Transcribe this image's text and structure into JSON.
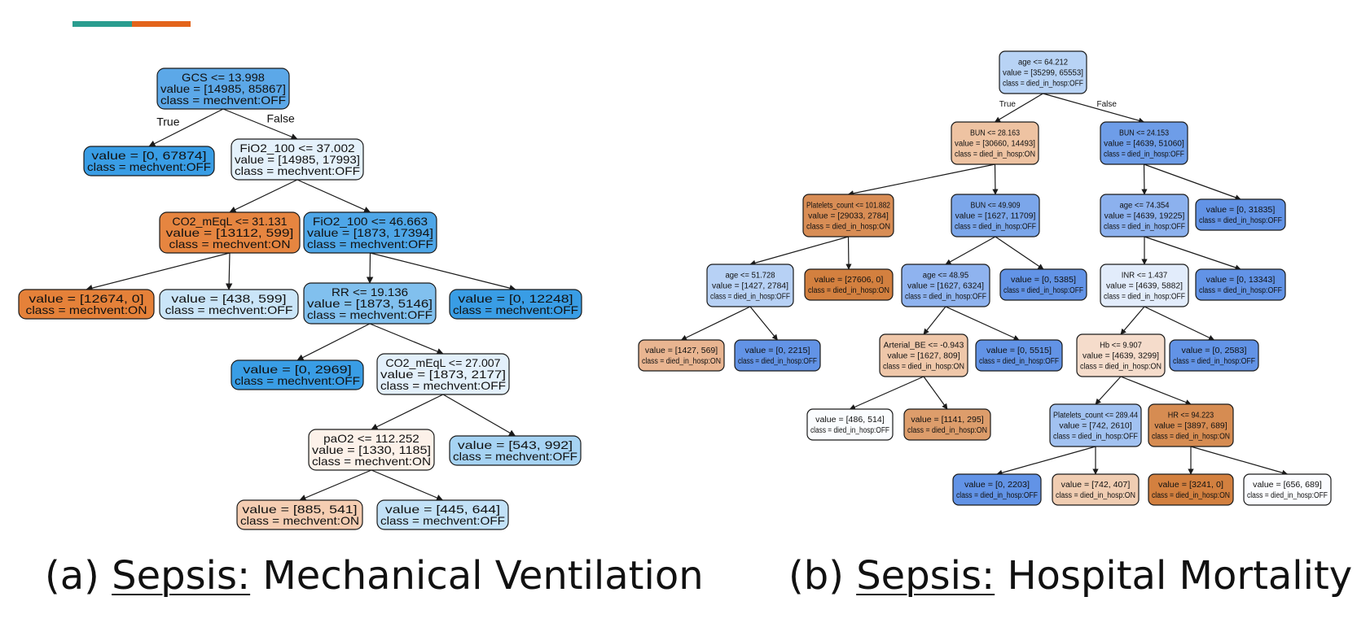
{
  "colors": {
    "accent_teal": "#2a9d8f",
    "accent_orange": "#e3641b",
    "on_strong": "#e58139",
    "off_strong": "#399de5",
    "off_light": "#bdddf6",
    "on_light": "#f6d5bd"
  },
  "captions": {
    "a": {
      "prefix": "(a) ",
      "underlined": "Sepsis:",
      "rest": " Mechanical Ventilation"
    },
    "b": {
      "prefix": "(b) ",
      "underlined": "Sepsis:",
      "rest": " Hospital Mortality"
    }
  },
  "tree_a": {
    "edge_labels": {
      "true": "True",
      "false": "False"
    },
    "nodes": [
      {
        "id": "a0",
        "lines": [
          "GCS <= 13.998",
          "value = [14985, 85867]",
          "class = mechvent:OFF"
        ],
        "fill": "#5ca8e8"
      },
      {
        "id": "a1",
        "lines": [
          "value = [0, 67874]",
          "class = mechvent:OFF"
        ],
        "fill": "#399de5"
      },
      {
        "id": "a2",
        "lines": [
          "FiO2_100 <= 37.002",
          "value = [14985, 17993]",
          "class = mechvent:OFF"
        ],
        "fill": "#e4f1fb"
      },
      {
        "id": "a3",
        "lines": [
          "CO2_mEqL <= 31.131",
          "value = [13112, 599]",
          "class = mechvent:ON"
        ],
        "fill": "#e68540"
      },
      {
        "id": "a4",
        "lines": [
          "FiO2_100 <= 46.663",
          "value = [1873, 17394]",
          "class = mechvent:OFF"
        ],
        "fill": "#4ea6e7"
      },
      {
        "id": "a5",
        "lines": [
          "value = [12674, 0]",
          "class = mechvent:ON"
        ],
        "fill": "#e58139"
      },
      {
        "id": "a6",
        "lines": [
          "value = [438, 599]",
          "class = mechvent:OFF"
        ],
        "fill": "#cae5f8"
      },
      {
        "id": "a7",
        "lines": [
          "RR <= 19.136",
          "value = [1873, 5146]",
          "class = mechvent:OFF"
        ],
        "fill": "#81c0ee"
      },
      {
        "id": "a8",
        "lines": [
          "value = [0, 12248]",
          "class = mechvent:OFF"
        ],
        "fill": "#399de5"
      },
      {
        "id": "a9",
        "lines": [
          "value = [0, 2969]",
          "class = mechvent:OFF"
        ],
        "fill": "#399de5"
      },
      {
        "id": "a10",
        "lines": [
          "CO2_mEqL <= 27.007",
          "value = [1873, 2177]",
          "class = mechvent:OFF"
        ],
        "fill": "#e3f0fb"
      },
      {
        "id": "a11",
        "lines": [
          "paO2 <= 112.252",
          "value = [1330, 1185]",
          "class = mechvent:ON"
        ],
        "fill": "#fcf1e9"
      },
      {
        "id": "a12",
        "lines": [
          "value = [543, 992]",
          "class = mechvent:OFF"
        ],
        "fill": "#a6d3f3"
      },
      {
        "id": "a13",
        "lines": [
          "value = [885, 541]",
          "class = mechvent:ON"
        ],
        "fill": "#f5cdb2"
      },
      {
        "id": "a14",
        "lines": [
          "value = [445, 644]",
          "class = mechvent:OFF"
        ],
        "fill": "#c2e1f7"
      }
    ]
  },
  "tree_b": {
    "edge_labels": {
      "true": "True",
      "false": "False"
    },
    "nodes": [
      {
        "id": "b0",
        "lines": [
          "age <= 64.212",
          "value = [35299, 65553]",
          "class = died_in_hosp:OFF"
        ],
        "fill": "#b8d3f5"
      },
      {
        "id": "b1",
        "lines": [
          "BUN <= 28.163",
          "value = [30660, 14493]",
          "class = died_in_hosp:ON"
        ],
        "fill": "#eec3a2"
      },
      {
        "id": "b2",
        "lines": [
          "BUN <= 24.153",
          "value = [4639, 51060]",
          "class = died_in_hosp:OFF"
        ],
        "fill": "#6e9de8"
      },
      {
        "id": "b3",
        "lines": [
          "Platelets_count <= 101.882",
          "value = [29033, 2784]",
          "class = died_in_hosp:ON"
        ],
        "fill": "#d88d55"
      },
      {
        "id": "b4",
        "lines": [
          "BUN <= 49.909",
          "value = [1627, 11709]",
          "class = died_in_hosp:OFF"
        ],
        "fill": "#7ba6ea"
      },
      {
        "id": "b5",
        "lines": [
          "age <= 74.354",
          "value = [4639, 19225]",
          "class = died_in_hosp:OFF"
        ],
        "fill": "#8cb1ee"
      },
      {
        "id": "b6",
        "lines": [
          "value = [0, 31835]",
          "class = died_in_hosp:OFF"
        ],
        "fill": "#6293e6"
      },
      {
        "id": "b7",
        "lines": [
          "age <= 51.728",
          "value = [1427, 2784]",
          "class = died_in_hosp:OFF"
        ],
        "fill": "#b7d1f5"
      },
      {
        "id": "b8",
        "lines": [
          "value = [27606, 0]",
          "class = died_in_hosp:ON"
        ],
        "fill": "#d3803f"
      },
      {
        "id": "b9",
        "lines": [
          "age <= 48.95",
          "value = [1627, 6324]",
          "class = died_in_hosp:OFF"
        ],
        "fill": "#8fb3ef"
      },
      {
        "id": "b10",
        "lines": [
          "value = [0, 5385]",
          "class = died_in_hosp:OFF"
        ],
        "fill": "#6293e6"
      },
      {
        "id": "b11",
        "lines": [
          "INR <= 1.437",
          "value = [4639, 5882]",
          "class = died_in_hosp:OFF"
        ],
        "fill": "#e2ecfb"
      },
      {
        "id": "b12",
        "lines": [
          "value = [0, 13343]",
          "class = died_in_hosp:OFF"
        ],
        "fill": "#6293e6"
      },
      {
        "id": "b13",
        "lines": [
          "value = [1427, 569]",
          "class = died_in_hosp:ON"
        ],
        "fill": "#e9b591"
      },
      {
        "id": "b14",
        "lines": [
          "value = [0, 2215]",
          "class = died_in_hosp:OFF"
        ],
        "fill": "#6293e6"
      },
      {
        "id": "b15",
        "lines": [
          "Arterial_BE <= -0.943",
          "value = [1627, 809]",
          "class = died_in_hosp:ON"
        ],
        "fill": "#efc7a9"
      },
      {
        "id": "b16",
        "lines": [
          "value = [0, 5515]",
          "class = died_in_hosp:OFF"
        ],
        "fill": "#6293e6"
      },
      {
        "id": "b17",
        "lines": [
          "Hb <= 9.907",
          "value = [4639, 3299]",
          "class = died_in_hosp:ON"
        ],
        "fill": "#f5dccb"
      },
      {
        "id": "b18",
        "lines": [
          "value = [0, 2583]",
          "class = died_in_hosp:OFF"
        ],
        "fill": "#6293e6"
      },
      {
        "id": "b19",
        "lines": [
          "value = [486, 514]",
          "class = died_in_hosp:OFF"
        ],
        "fill": "#fafcfe"
      },
      {
        "id": "b20",
        "lines": [
          "value = [1141, 295]",
          "class = died_in_hosp:ON"
        ],
        "fill": "#dd9d6b"
      },
      {
        "id": "b21",
        "lines": [
          "Platelets_count <= 289.44",
          "value = [742, 2610]",
          "class = died_in_hosp:OFF"
        ],
        "fill": "#a2c2f1"
      },
      {
        "id": "b22",
        "lines": [
          "HR <= 94.223",
          "value = [3897, 689]",
          "class = died_in_hosp:ON"
        ],
        "fill": "#d68c52"
      },
      {
        "id": "b23",
        "lines": [
          "value = [0, 2203]",
          "class = died_in_hosp:OFF"
        ],
        "fill": "#6293e6"
      },
      {
        "id": "b24",
        "lines": [
          "value = [742, 407]",
          "class = died_in_hosp:ON"
        ],
        "fill": "#f0cdb2"
      },
      {
        "id": "b25",
        "lines": [
          "value = [3241, 0]",
          "class = died_in_hosp:ON"
        ],
        "fill": "#d3803f"
      },
      {
        "id": "b26",
        "lines": [
          "value = [656, 689]",
          "class = died_in_hosp:OFF"
        ],
        "fill": "#fbfcff"
      }
    ]
  }
}
